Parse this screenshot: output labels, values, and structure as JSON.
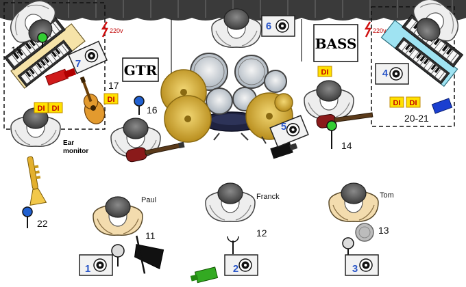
{
  "signs": {
    "gtr": "GTR",
    "bass": "BASS"
  },
  "power": {
    "left": "220v",
    "right": "220v"
  },
  "di_label": "DI",
  "ear_monitor": [
    "Ear",
    "monitor"
  ],
  "wedges": [
    "1",
    "2",
    "3",
    "4",
    "5",
    "6",
    "7"
  ],
  "channels": {
    "c11": "11",
    "c12": "12",
    "c13": "13",
    "c14": "14",
    "c15": "15",
    "c16": "16",
    "c17": "17",
    "c2021": "20-21",
    "c22": "22"
  },
  "musicians": {
    "paul": "Paul",
    "franck": "Franck",
    "tom": "Tom"
  },
  "colors": {
    "curtain": "#3a3a3a",
    "cymbal": "#d4af37",
    "monitor_bg": "#f2f2f2",
    "wedge_number": "#2b57c8",
    "di_bg": "#ffe100",
    "di_text": "#c00000",
    "mic_blue": "#2060d0",
    "mic_green": "#33cc33"
  }
}
